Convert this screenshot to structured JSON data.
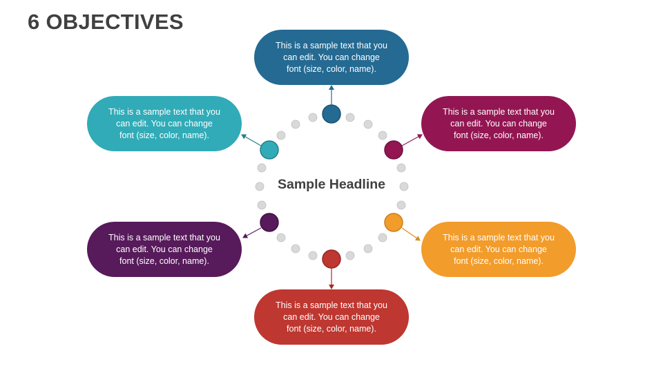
{
  "title": "6 OBJECTIVES",
  "center": {
    "headline": "Sample Headline"
  },
  "objectives": [
    {
      "position": "top",
      "color": "#246A92",
      "text": "This is a sample text that you can edit. You can change font (size, color, name)."
    },
    {
      "position": "top-right",
      "color": "#931652",
      "text": "This is a sample text that you can edit. You can change font (size, color, name)."
    },
    {
      "position": "bottom-right",
      "color": "#F29C2B",
      "text": "This is a sample text that you can edit. You can change font (size, color, name)."
    },
    {
      "position": "bottom",
      "color": "#BE3730",
      "text": "This is a sample text that you can edit. You can change font (size, color, name)."
    },
    {
      "position": "bottom-left",
      "color": "#571A5B",
      "text": "This is a sample text that you can edit. You can change font (size, color, name)."
    },
    {
      "position": "top-left",
      "color": "#31ABB7",
      "text": "This is a sample text that you can edit. You can change font (size, color, name)."
    }
  ],
  "dot_color": "#D9D9D9"
}
